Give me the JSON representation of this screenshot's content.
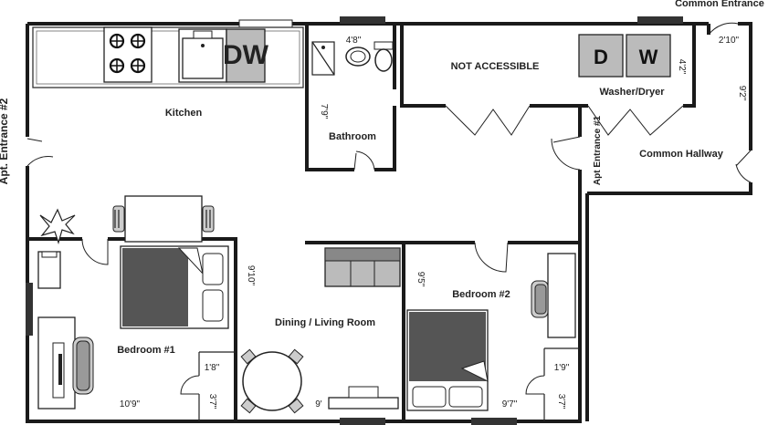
{
  "rooms": {
    "kitchen": "Kitchen",
    "bathroom": "Bathroom",
    "not_accessible": "NOT ACCESSIBLE",
    "washer_dryer": "Washer/Dryer",
    "common_hallway": "Common Hallway",
    "dining_living": "Dining / Living Room",
    "bedroom1": "Bedroom #1",
    "bedroom2": "Bedroom #2"
  },
  "entrances": {
    "common": "Common Entrance",
    "apt1": "Apt Entrance #1",
    "apt2": "Apt. Entrance #2"
  },
  "appliances": {
    "dishwasher": "DW",
    "dryer": "D",
    "washer": "W"
  },
  "dimensions": {
    "bath_width": "4'8\"",
    "bath_depth": "7'9\"",
    "laundry_depth": "4'2\"",
    "hall_top": "2'10\"",
    "hall_length": "9'2\"",
    "living_depth": "9'10\"",
    "bed2_depth": "9'5\"",
    "closet1_width": "1'8\"",
    "closet1_depth": "3'7\"",
    "bed1_width": "10'9\"",
    "living_width": "9'",
    "bed2_width": "9'7\"",
    "closet2_width": "1'9\"",
    "closet2_depth": "3'7\""
  }
}
